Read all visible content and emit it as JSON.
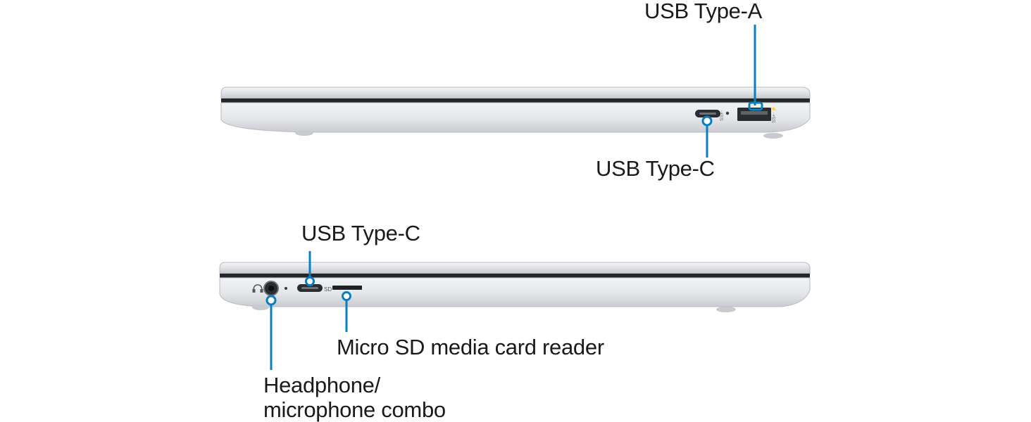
{
  "right_side_view": {
    "callouts": {
      "usb_type_a": "USB Type-A",
      "usb_type_c": "USB Type-C"
    },
    "port_marks": {
      "usb_a_mark": "SS⇠⚡",
      "usb_c_mark": "SS⇠"
    }
  },
  "left_side_view": {
    "callouts": {
      "usb_type_c": "USB Type-C",
      "micro_sd": "Micro SD media card reader",
      "audio_line1": "Headphone/",
      "audio_line2": "microphone combo"
    },
    "port_marks": {
      "sd_mark": "SD"
    }
  },
  "colors": {
    "leader_line": "#0a7fc0",
    "chassis_light": "#e9eaed",
    "chassis_mid": "#c9cbd0",
    "chassis_dark": "#8d9096"
  }
}
